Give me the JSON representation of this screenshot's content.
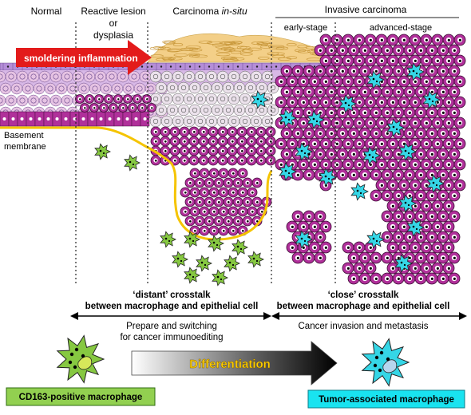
{
  "stages": {
    "normal": "Normal",
    "reactive_line1": "Reactive lesion",
    "reactive_line2": "or",
    "reactive_line3": "dysplasia",
    "carcinoma_prefix": "Carcinoma ",
    "carcinoma_italic": "in-situ",
    "invasive": "Invasive carcinoma",
    "early": "early-stage",
    "advanced": "advanced-stage"
  },
  "inflammation_label": "smoldering inflammation",
  "basement_line1": "Basement",
  "basement_line2": "membrane",
  "crosstalk": {
    "distant_line1": "‘distant’ crosstalk",
    "distant_line2": "between macrophage and epithelial cell",
    "distant_sub1": "Prepare and switching",
    "distant_sub2": "for cancer immunoediting",
    "close_line1": "‘close’ crosstalk",
    "close_line2": "between macrophage and epithelial cell",
    "close_sub": "Cancer invasion and metastasis"
  },
  "differentiation_label": "Differentiation",
  "legend": {
    "cd163": "CD163-positive macrophage",
    "tam": "Tumor-associated macrophage"
  },
  "colors": {
    "tumor_cell": "#b0309a",
    "tumor_cell_light": "#cd6ec0",
    "normal_cell": "#e6c3e3",
    "stroma_top": "#f3cf88",
    "basement": "#f5c400",
    "green_macrophage": "#86c841",
    "cyan_macrophage": "#35d6e6",
    "inflammation_arrow": "#e31b1b",
    "legend_green_bg": "#92d050",
    "legend_cyan_bg": "#19e3f0",
    "differentiation_text": "#ffd000"
  }
}
